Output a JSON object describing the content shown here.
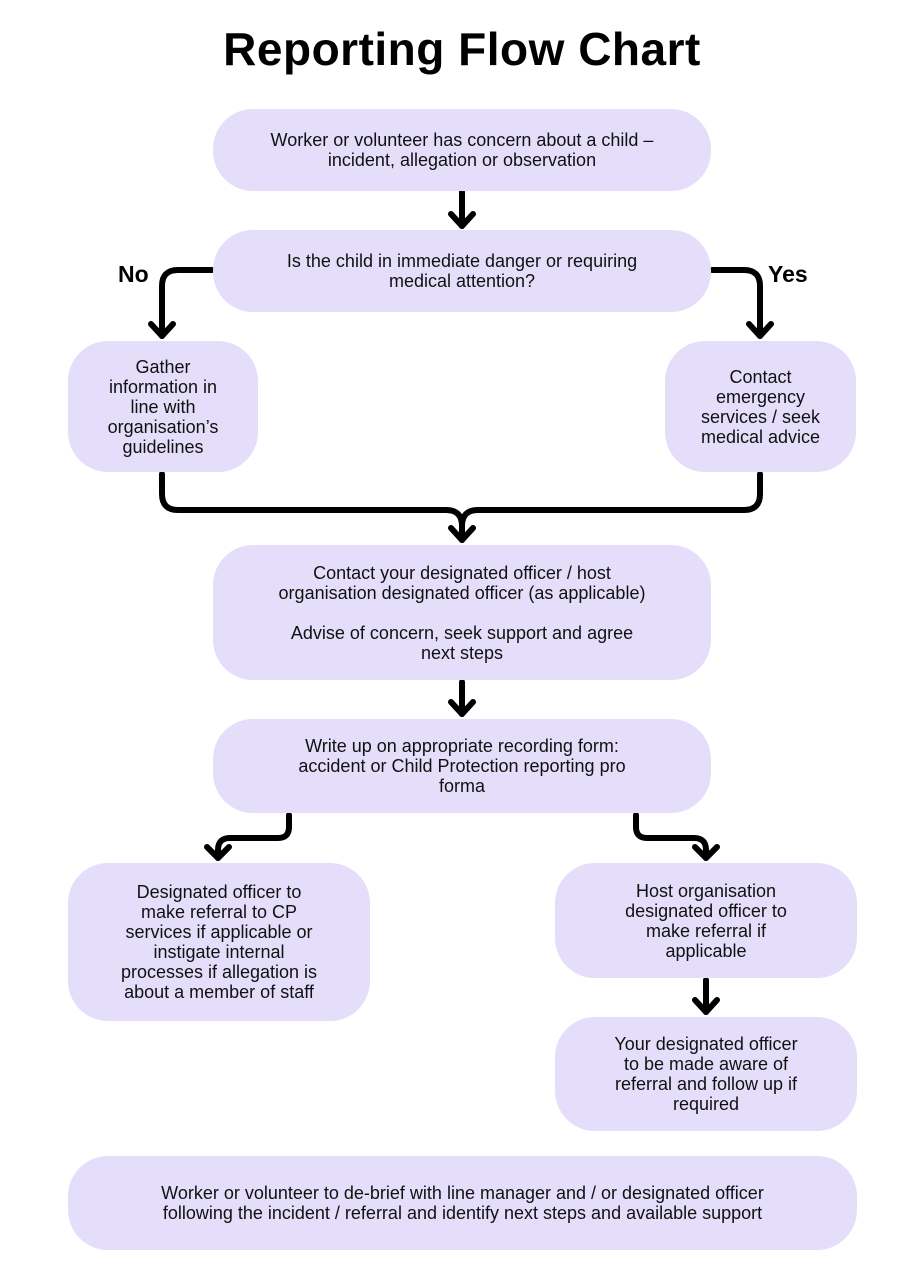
{
  "title": "Reporting Flow Chart",
  "branch_labels": {
    "no": "No",
    "yes": "Yes"
  },
  "nodes": {
    "concern": {
      "lines": [
        "Worker or volunteer has concern about a child –",
        "incident, allegation or observation"
      ]
    },
    "danger_question": {
      "lines": [
        "Is the child in immediate danger or requiring",
        "medical attention?"
      ]
    },
    "gather_info": {
      "lines": [
        "Gather",
        "information in",
        "line with",
        "organisation’s",
        "guidelines"
      ]
    },
    "emergency": {
      "lines": [
        "Contact",
        "emergency",
        "services / seek",
        "medical advice"
      ]
    },
    "contact_officer": {
      "para1": [
        "Contact your designated officer / host",
        "organisation designated officer (as applicable)"
      ],
      "para2": [
        "Advise of concern, seek support and agree",
        "next steps"
      ]
    },
    "write_up": {
      "lines": [
        "Write up on appropriate recording form:",
        "accident or Child Protection reporting pro",
        "forma"
      ]
    },
    "designated_referral": {
      "lines": [
        "Designated officer to",
        "make referral to CP",
        "services if applicable or",
        "instigate internal",
        "processes if allegation is",
        "about a member of staff"
      ]
    },
    "host_referral": {
      "lines": [
        "Host organisation",
        "designated officer to",
        "make referral if",
        "applicable"
      ]
    },
    "aware_followup": {
      "lines": [
        "Your designated officer",
        "to be made aware of",
        "referral and follow up if",
        "required"
      ]
    },
    "debrief": {
      "lines": [
        "Worker or volunteer to de-brief with line manager and / or designated officer",
        "following the incident / referral and identify next steps and available support"
      ]
    }
  },
  "colors": {
    "box_fill": "#e4defb",
    "arrow": "#000000",
    "text": "#111111"
  }
}
